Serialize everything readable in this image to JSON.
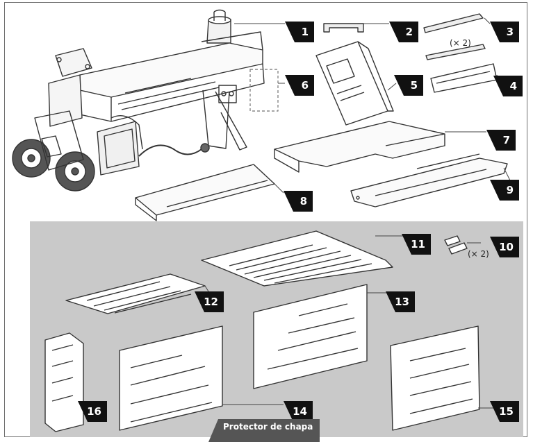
{
  "callouts": [
    "1",
    "2",
    "3",
    "4",
    "5",
    "6",
    "7",
    "8",
    "9",
    "10",
    "11",
    "12",
    "13",
    "14",
    "15",
    "16"
  ],
  "quantity_notes": {
    "part3": "(× 2)",
    "part8": "(× 2)"
  },
  "caption": {
    "text": "Protector de chapa"
  },
  "colors": {
    "panel_background": "#c9c9c9",
    "label_fill": "#111111",
    "line": "#333333"
  }
}
